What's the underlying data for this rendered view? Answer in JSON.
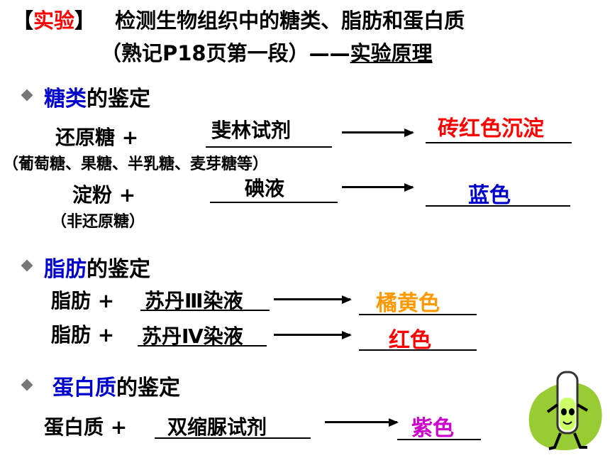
{
  "title": {
    "bracket_open": "【",
    "highlight": "实验",
    "bracket_close": "】",
    "main": "检测生物组织中的糖类、脂肪和蛋白质",
    "line2_prefix": "（熟记P18页第一段）——",
    "line2_link": "实验原理"
  },
  "sugar": {
    "heading_colored": "糖类",
    "heading_rest": "的鉴定",
    "reducing": "还原糖 +",
    "reducing_note": "（葡萄糖、果糖、半乳糖、麦芽糖等）",
    "reagent1": "斐林试剂",
    "result1": "砖红色沉淀",
    "starch": "淀粉 +",
    "starch_note": "（非还原糖）",
    "reagent2": "碘液",
    "result2": "蓝色"
  },
  "fat": {
    "heading_colored": "脂肪",
    "heading_rest": "的鉴定",
    "row1_left": "脂肪 +",
    "row1_reagent": "苏丹Ⅲ染液",
    "row1_result": "橘黄色",
    "row2_left": "脂肪 +",
    "row2_reagent": "苏丹Ⅳ染液",
    "row2_result": "红色"
  },
  "protein": {
    "heading_colored": "蛋白质",
    "heading_rest": "的鉴定",
    "left": "蛋白质 +",
    "reagent": "双缩脲试剂",
    "result": "紫色"
  },
  "colors": {
    "red": "#ff0000",
    "blue": "#0000cc",
    "orange": "#ff9900",
    "purple": "#cc00cc",
    "blob": "#99cc33"
  },
  "decor": {
    "icon": "test-tube-mascot-icon"
  }
}
